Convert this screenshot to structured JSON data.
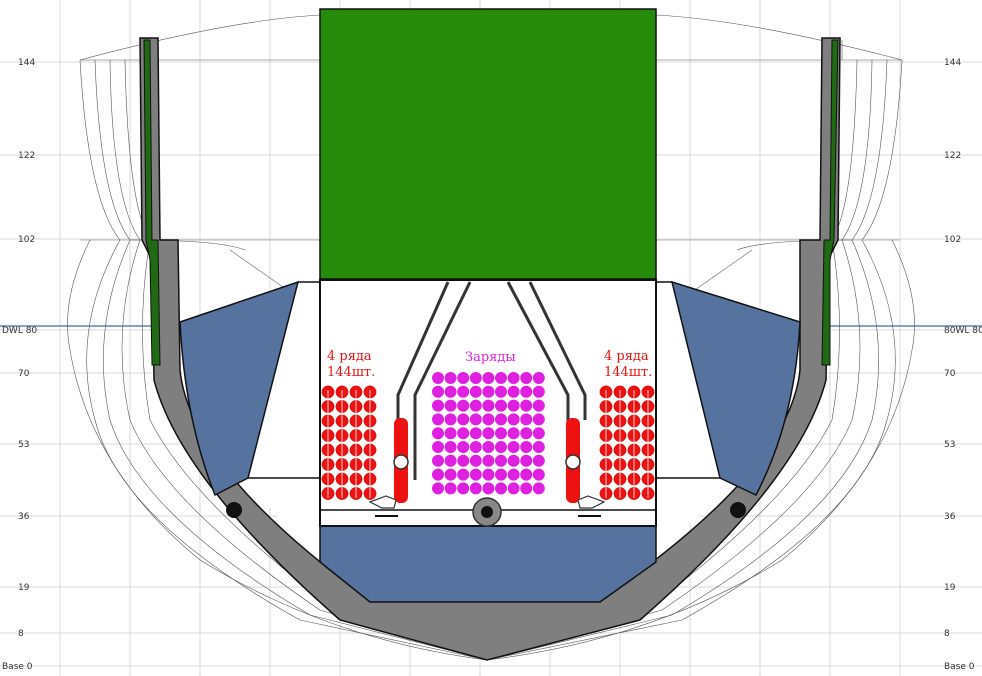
{
  "scale": {
    "ticks": [
      {
        "label": "144",
        "level": 144
      },
      {
        "label": "122",
        "level": 122
      },
      {
        "label": "102",
        "level": 102
      },
      {
        "label": "DWL 80",
        "level": 80
      },
      {
        "label": "70",
        "level": 70
      },
      {
        "label": "53",
        "level": 53
      },
      {
        "label": "36",
        "level": 36
      },
      {
        "label": "19",
        "level": 19
      },
      {
        "label": "8",
        "level": 8
      },
      {
        "label": "Base 0",
        "level": 0
      }
    ],
    "right_dwl_label": "80WL 80"
  },
  "magazines": {
    "left": {
      "line1": "4 ряда",
      "line2": "144шт."
    },
    "center": {
      "label": "Заряды"
    },
    "right": {
      "line1": "4 ряда",
      "line2": "144шт."
    }
  },
  "colors": {
    "hull": "#7f7f7f",
    "turret": "#268a0a",
    "tank": "#5673a0",
    "shell": "#ee1111",
    "charge": "#e020e0",
    "armor": "#1f6a12"
  }
}
